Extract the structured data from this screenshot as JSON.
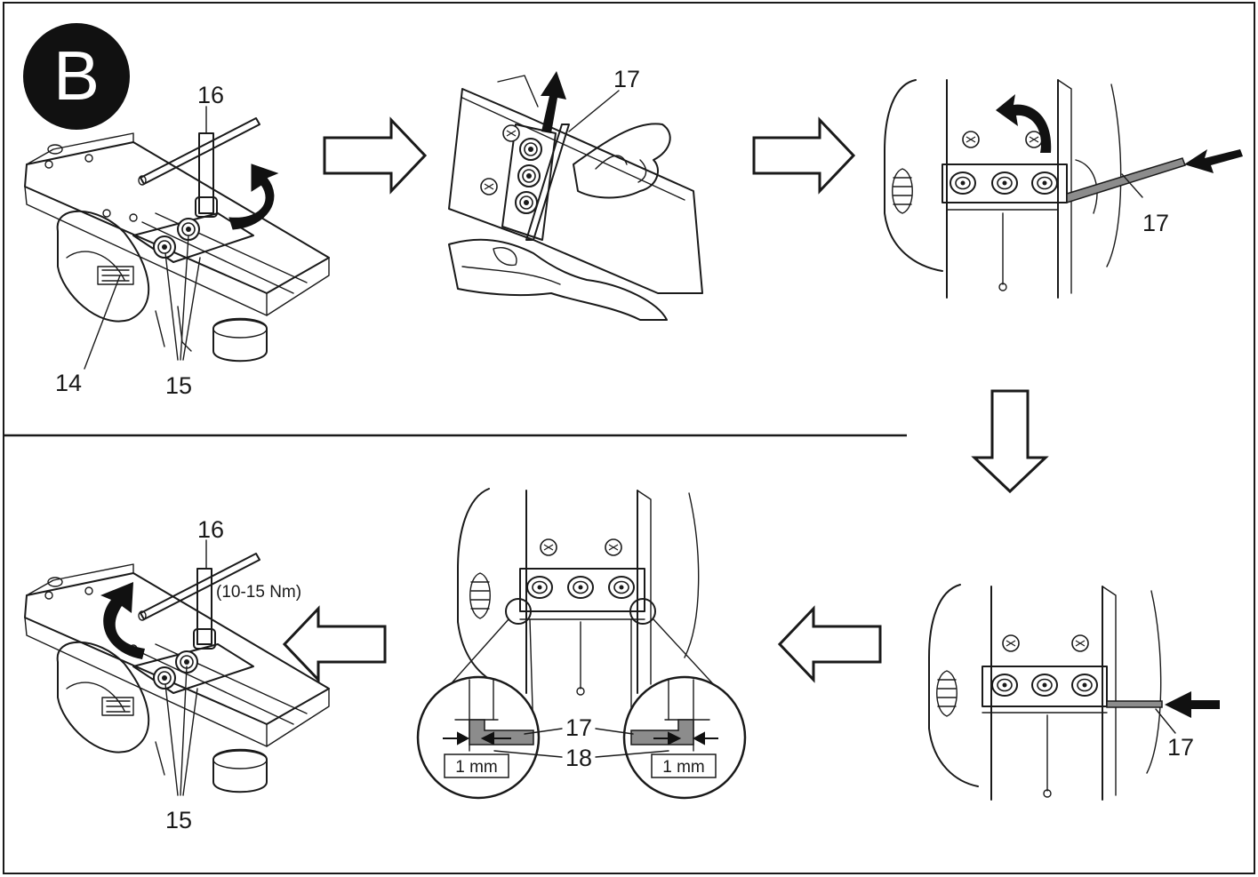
{
  "section_letter": "B",
  "callouts": {
    "p1_handle": "16",
    "p1_knob": "14",
    "p1_bolts": "15",
    "p2_gauge": "17",
    "p3_gauge": "17",
    "p4_gauge": "17",
    "p5_gauge": "17",
    "p5_plate": "18",
    "p6_handle": "16",
    "p6_bolts": "15"
  },
  "torque_label": "(10-15 Nm)",
  "dimension_left": "1 mm",
  "dimension_right": "1 mm",
  "colors": {
    "ink": "#1a1a1a",
    "gauge_fill": "#8c8c8c",
    "arrow_fill": "#ffffff",
    "paper": "#ffffff"
  }
}
